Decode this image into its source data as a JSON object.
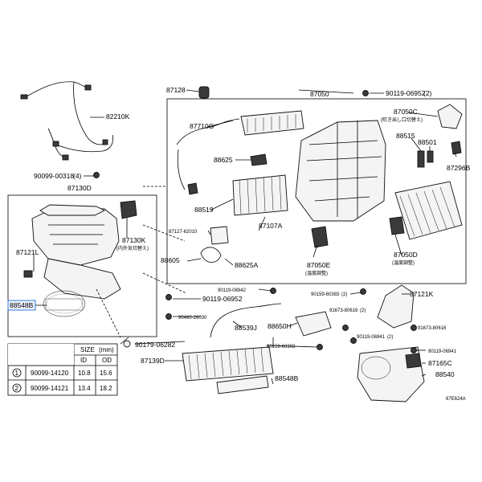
{
  "diagram_code": "87E624A",
  "highlight_color": "#3b7dd8",
  "labels": {
    "p82210K": "82210K",
    "p87130D": "87130D",
    "p90099_00318": "90099-00318",
    "p90099_00318_qty": "(4)",
    "p87130K": "87130K",
    "p87130K_note": "(内外気切替え)",
    "p87121L": "87121L",
    "p88548B_a": "88548B",
    "p90119_06952a": "90119-06952",
    "p90179_06282": "90179-06282",
    "p87128": "87128",
    "p87050": "87050",
    "p90119_06952b": "90119-06952",
    "p90119_06952b_qty": "(2)",
    "p87710G": "87710G",
    "p87050C": "87050C",
    "p87050C_note": "(吹き出し口切替え)",
    "p88625": "88625",
    "p88515": "88515",
    "p88501": "88501",
    "p87296B": "87296B",
    "p88519": "88519",
    "p87107A": "87107A",
    "p87127_62010": "87127-62010",
    "p88605": "88605",
    "p88625A": "88625A",
    "p87050E": "87050E",
    "p87050E_note": "(温度調整)",
    "p87050D": "87050D",
    "p87050D_note": "(温度調整)",
    "p90119_06942": "90119-06942",
    "p90159_60383": "90159-60383",
    "p90159_60383_qty": "(2)",
    "p87121K": "87121K",
    "p90480_26030": "90480-26030",
    "p88539J": "88539J",
    "p88650H": "88650H",
    "p91673_80616a": "91673-80616",
    "p91673_80616a_qty": "(2)",
    "p91673_80616b": "91673-80616",
    "p90119_06941a": "90119-06941",
    "p90119_06941a_qty": "(2)",
    "p90159_60303": "90159-60303",
    "p90119_06941b": "90119-06941",
    "p87139D": "87139D",
    "p88548B_b": "88548B",
    "p87165C": "87165C",
    "p88540": "88540"
  },
  "table": {
    "header_size": "SIZE",
    "header_unit": "(mm)",
    "col_id": "ID",
    "col_od": "OD",
    "rows": [
      {
        "no": "1",
        "part": "90099-14120",
        "id": "10.8",
        "od": "15.6"
      },
      {
        "no": "2",
        "part": "90099-14121",
        "id": "13.4",
        "od": "18.2"
      }
    ]
  }
}
